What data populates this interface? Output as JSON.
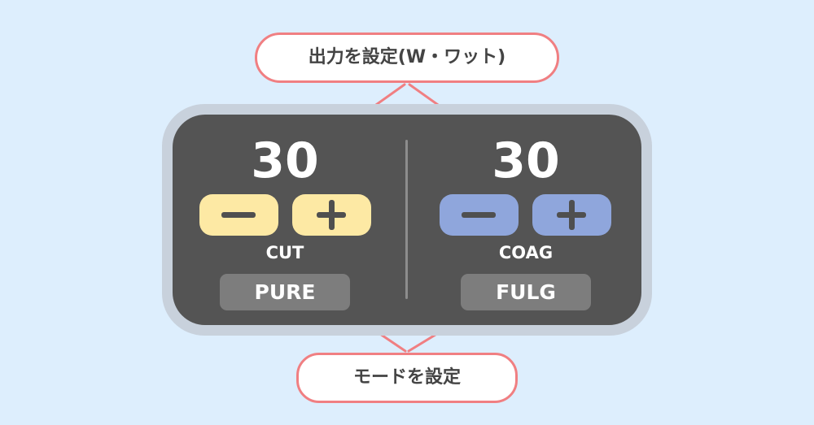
{
  "callouts": {
    "output": "出力を設定(W・ワット)",
    "mode": "モードを設定"
  },
  "cut": {
    "value": "30",
    "label": "CUT",
    "submode": "PURE"
  },
  "coag": {
    "value": "30",
    "label": "COAG",
    "submode": "FULG"
  },
  "colors": {
    "background": "#ddeefd",
    "device_border": "#c8d1dc",
    "panel": "#545454",
    "cut_button": "#fde9a4",
    "coag_button": "#8fa6dc",
    "submode_box": "#7d7d7d",
    "callout_border": "#f07f82"
  },
  "icons": [
    "minus-icon",
    "plus-icon"
  ]
}
